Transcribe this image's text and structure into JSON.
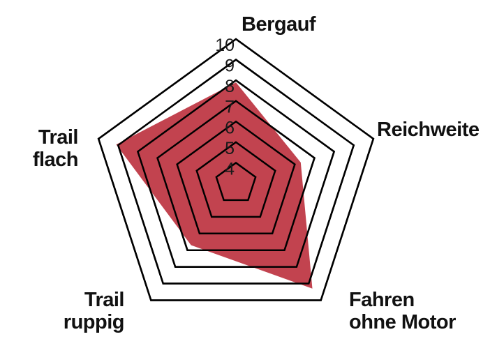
{
  "chart_data": {
    "type": "radar",
    "axes": [
      {
        "key": "bergauf",
        "lines": [
          "Bergauf"
        ]
      },
      {
        "key": "reichweite",
        "lines": [
          "Reichweite"
        ]
      },
      {
        "key": "fahren_ohne_motor",
        "lines": [
          "Fahren",
          "ohne Motor"
        ]
      },
      {
        "key": "trail_ruppig",
        "lines": [
          "Trail",
          "ruppig"
        ]
      },
      {
        "key": "trail_flach",
        "lines": [
          "Trail",
          "flach"
        ]
      }
    ],
    "range": [
      3,
      10
    ],
    "ticks": [
      4,
      5,
      6,
      7,
      8,
      9,
      10
    ],
    "tick_labels": [
      "4",
      "5",
      "6",
      "7",
      "8",
      "9",
      "10"
    ],
    "series": [
      {
        "values": [
          7.9,
          6.3,
          9.3,
          6.7,
          9.1
        ],
        "color": "#c2434f"
      }
    ],
    "grid": true,
    "legend": "none"
  }
}
